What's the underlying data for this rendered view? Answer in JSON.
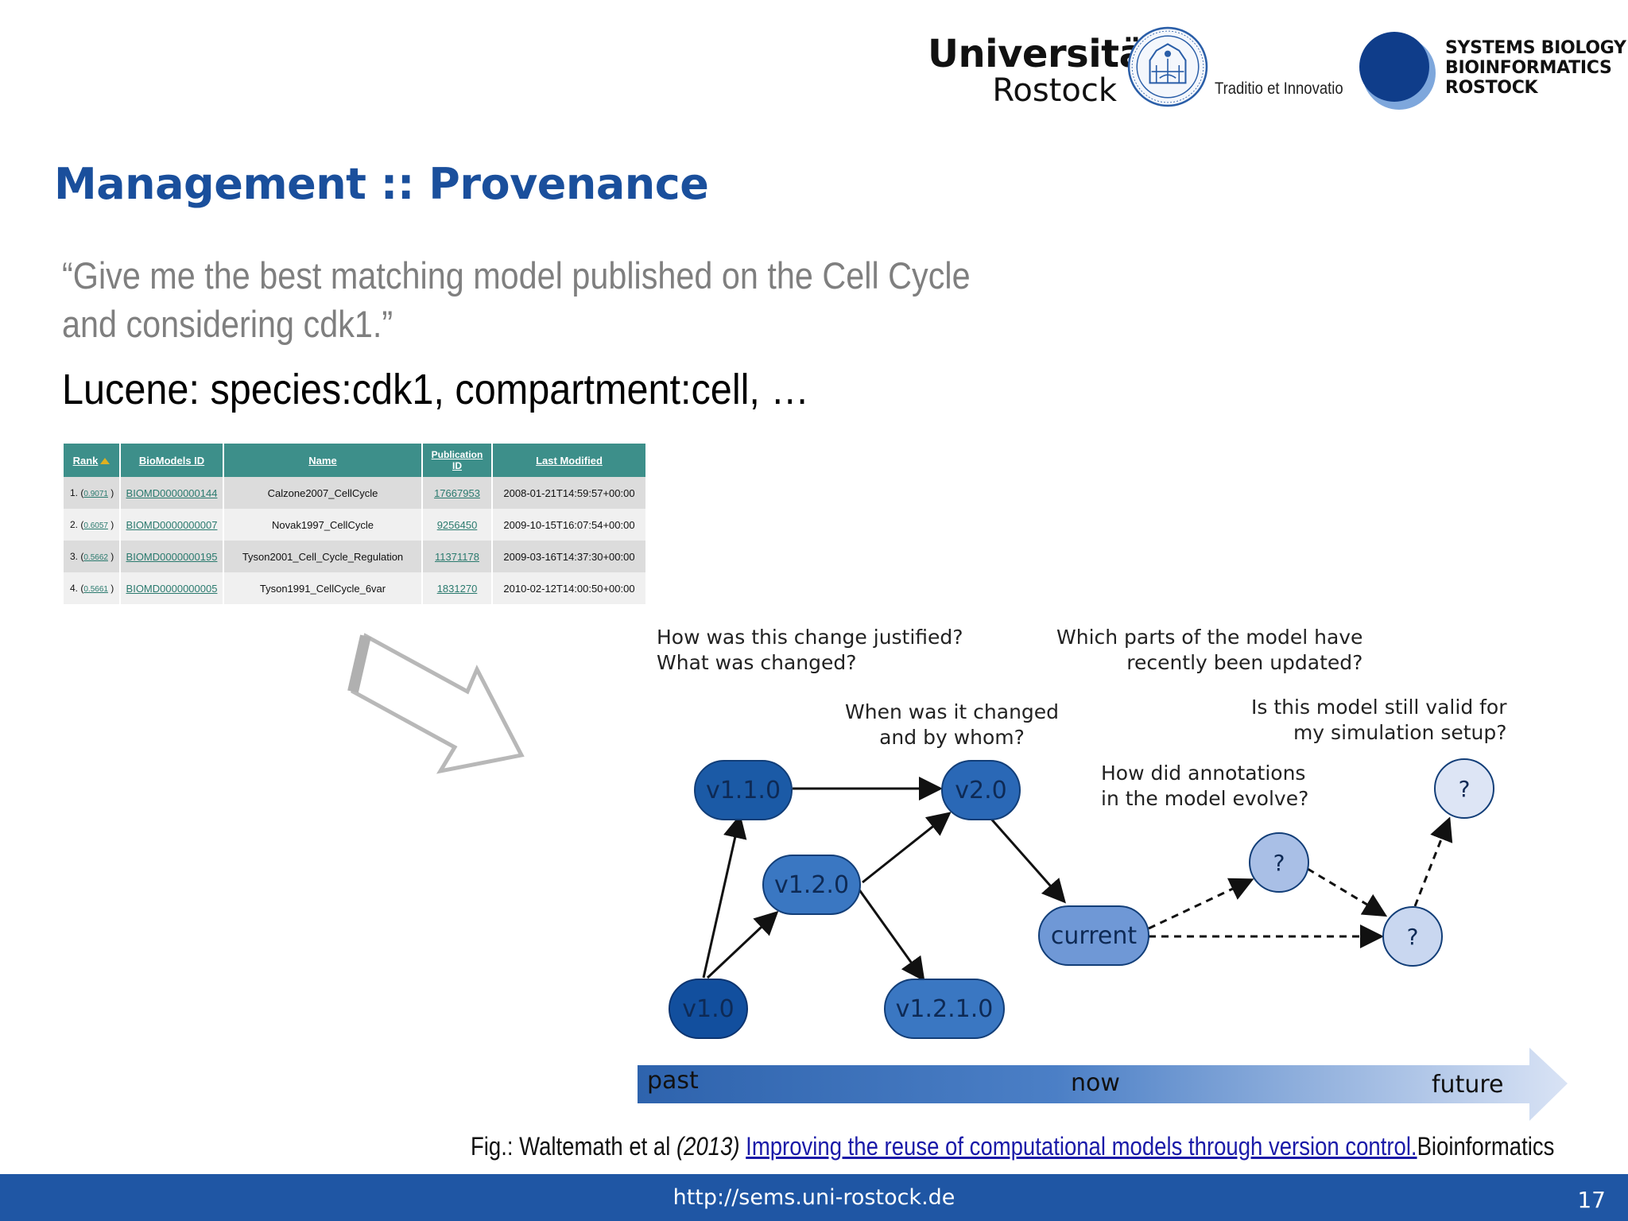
{
  "header": {
    "university_line1": "Universität",
    "university_line2": "Rostock",
    "motto": "Traditio et Innovatio",
    "group_line1": "SYSTEMS BIOLOGY",
    "group_line2": "BIOINFORMATICS",
    "group_line3": "ROSTOCK"
  },
  "slide": {
    "title": "Management :: Provenance",
    "quote_line1": "“Give me the best matching model published on the Cell Cycle",
    "quote_line2": "and considering cdk1.”",
    "lucene_query": "Lucene: species:cdk1, compartment:cell, …"
  },
  "table": {
    "headers": [
      "Rank",
      "BioModels ID",
      "Name",
      "Publication ID",
      "Last Modified"
    ],
    "rows": [
      {
        "rank": "1.",
        "score": "0.9071",
        "id": "BIOMD0000000144",
        "name": "Calzone2007_CellCycle",
        "pub": "17667953",
        "modified": "2008-01-21T14:59:57+00:00"
      },
      {
        "rank": "2.",
        "score": "0.6057",
        "id": "BIOMD0000000007",
        "name": "Novak1997_CellCycle",
        "pub": "9256450",
        "modified": "2009-10-15T16:07:54+00:00"
      },
      {
        "rank": "3.",
        "score": "0.5662",
        "id": "BIOMD0000000195",
        "name": "Tyson2001_Cell_Cycle_Regulation",
        "pub": "11371178",
        "modified": "2009-03-16T14:37:30+00:00"
      },
      {
        "rank": "4.",
        "score": "0.5661",
        "id": "BIOMD0000000005",
        "name": "Tyson1991_CellCycle_6var",
        "pub": "1831270",
        "modified": "2010-02-12T14:00:50+00:00"
      }
    ]
  },
  "figure": {
    "questions": {
      "justified": "How was this change justified?",
      "what_changed": "What was changed?",
      "parts_updated_1": "Which parts of the model have",
      "parts_updated_2": "recently been updated?",
      "when_changed_1": "When was it changed",
      "when_changed_2": "and by whom?",
      "still_valid_1": "Is this model still valid for",
      "still_valid_2": "my simulation setup?",
      "annotations_1": "How did annotations",
      "annotations_2": "in the model evolve?"
    },
    "nodes": {
      "v110": "v1.1.0",
      "v20": "v2.0",
      "v120": "v1.2.0",
      "current": "current",
      "v10": "v1.0",
      "v1210": "v1.2.1.0",
      "unknown": "?"
    },
    "timeline": {
      "past": "past",
      "now": "now",
      "future": "future"
    },
    "colors": {
      "dark_node": "#1b5aa6",
      "mid_node": "#3a77c2",
      "light_node": "#6f98d6",
      "unknown_node1": "#a9bfe6",
      "unknown_node2": "#dde5f5"
    }
  },
  "citation": {
    "prefix": "Fig.: Waltemath et al ",
    "year": "(2013)",
    "link": "Improving the reuse of  computational models through version control.",
    "suffix": "Bioinformatics"
  },
  "footer": {
    "url": "http://sems.uni-rostock.de",
    "page": "17"
  }
}
